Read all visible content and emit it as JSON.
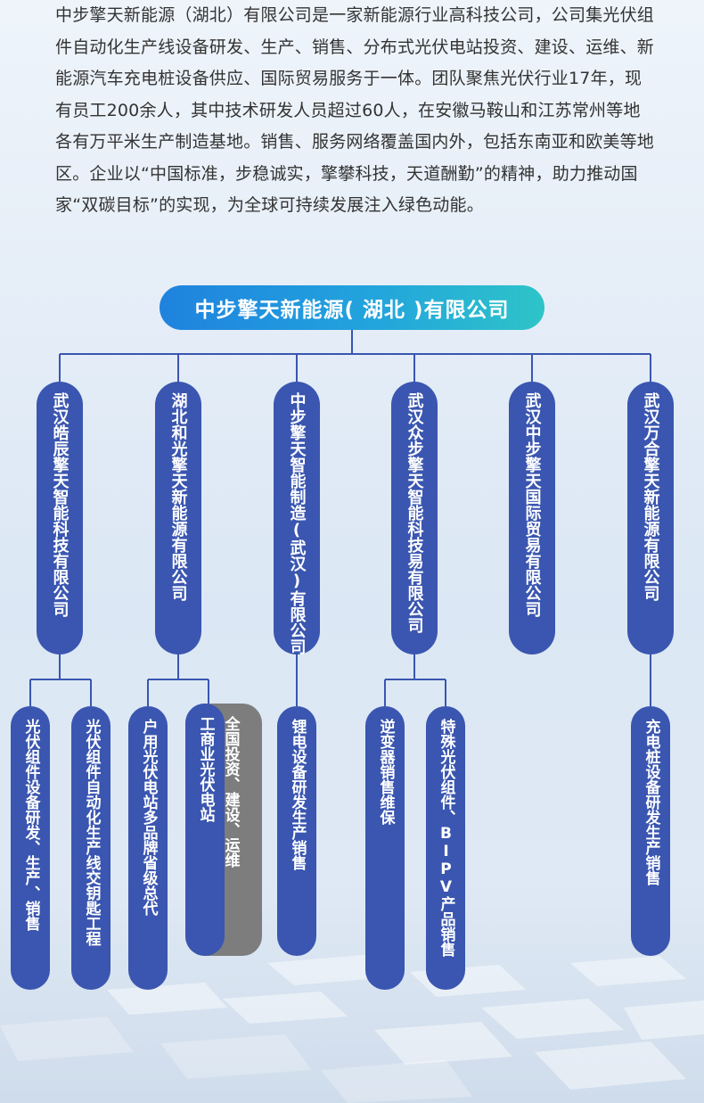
{
  "intro": "中步擎天新能源（湖北）有限公司是一家新能源行业高科技公司，公司集光伏组件自动化生产线设备研发、生产、销售、分布式光伏电站投资、建设、运维、新能源汽车充电桩设备供应、国际贸易服务于一体。团队聚焦光伏行业17年，现有员工200余人，其中技术研发人员超过60人，在安徽马鞍山和江苏常州等地各有万平米生产制造基地。销售、服务网络覆盖国内外，包括东南亚和欧美等地区。企业以“中国标准，步稳诚实，擎攀科技，天道酬勤”的精神，助力推动国家“双碳目标”的实现，为全球可持续发展注入绿色动能。",
  "root": "中步擎天新能源( 湖北 )有限公司",
  "subsidiaries": [
    "武汉皓辰擎天智能科技有限公司",
    "湖北和光擎天新能源有限公司",
    "中步擎天智能制造(武汉)有限公司",
    "武汉众步擎天智能科技易有限公司",
    "武汉中步擎天国际贸易有限公司",
    "武汉万合擎天新能源有限公司"
  ],
  "businesses": {
    "pv_module_rd": "光伏组件设备研发、生产、销售",
    "pv_line_turnkey": "光伏组件自动化生产线交钥匙工程",
    "household_pv_agent": "户用光伏电站多品牌省级总代",
    "commercial_pv": "工商业光伏电站",
    "national_invest": "全国投资、建设、运维",
    "lithium_equipment": "锂电设备研发生产销售",
    "inverter_sales": "逆变器销售维保",
    "special_pv_bipv": "特殊光伏组件、BIPV产品销售",
    "charging_pile": "充电桩设备研发生产销售"
  },
  "colors": {
    "pill": "#3a56b0",
    "gray": "#7d7d7d",
    "line": "#3a56b0",
    "root_start": "#1f82de",
    "root_end": "#2ec4c8"
  }
}
